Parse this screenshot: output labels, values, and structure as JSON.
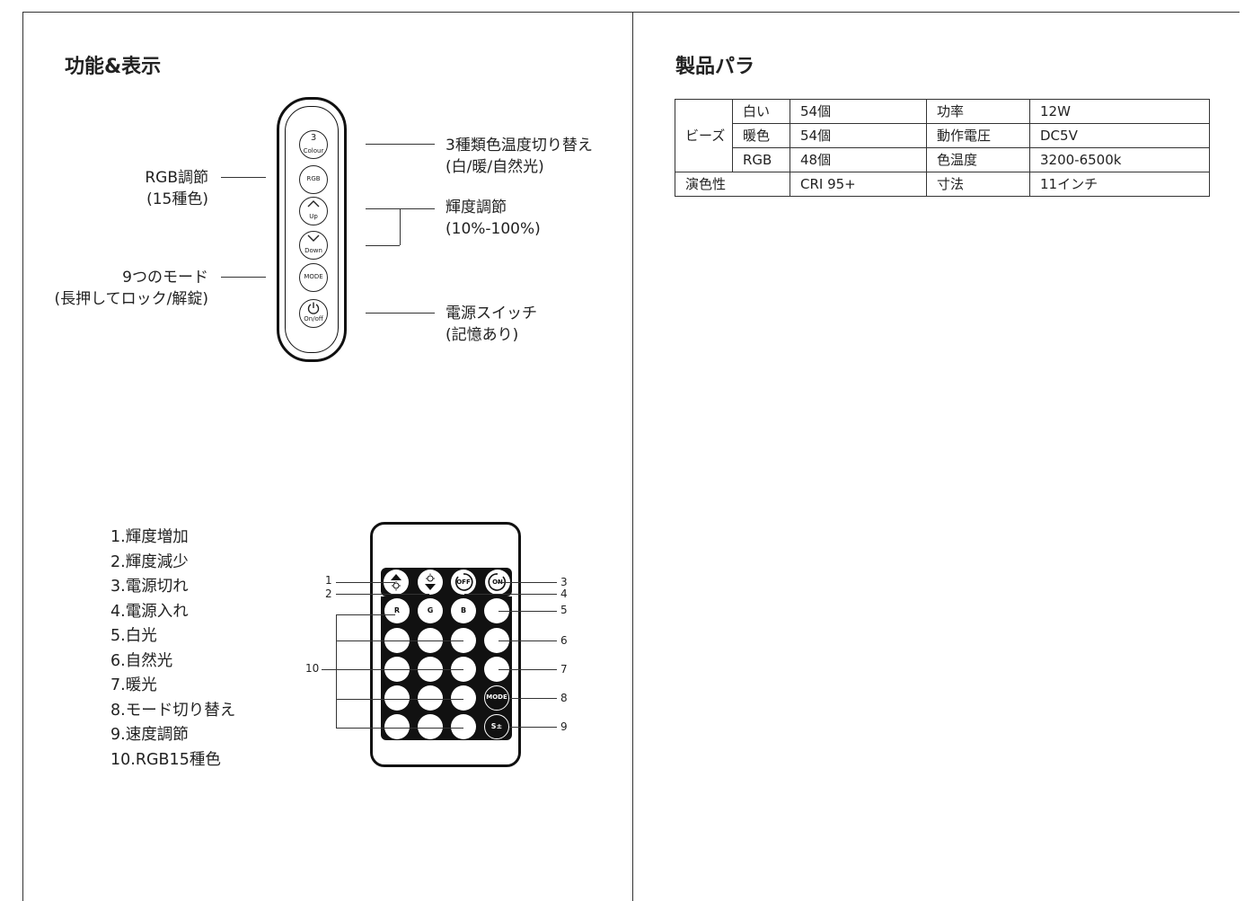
{
  "left": {
    "title": "功能&表示",
    "remote1": {
      "buttons": [
        {
          "icon": "colour-3-icon",
          "label": "Colour",
          "glyph": "3"
        },
        {
          "icon": "rgb-icon",
          "label": "RGB"
        },
        {
          "icon": "up-icon",
          "label": "Up"
        },
        {
          "icon": "down-icon",
          "label": "Down"
        },
        {
          "icon": "mode-icon",
          "label": "MODE"
        },
        {
          "icon": "power-icon",
          "label": "On/off"
        }
      ],
      "callouts": {
        "rgb": [
          "RGB調節",
          "(15種色)"
        ],
        "modes": [
          "9つのモード",
          "(長押してロック/解錠)"
        ],
        "colour": [
          "3種類色温度切り替え",
          "(白/暖/自然光)"
        ],
        "brightness": [
          "輝度調節",
          "(10%-100%)"
        ],
        "power": [
          "電源スイッチ",
          "(記憶あり)"
        ]
      }
    },
    "list": [
      "1.輝度増加",
      "2.輝度減少",
      "3.電源切れ",
      "4.電源入れ",
      "5.白光",
      "6.自然光",
      "7.暖光",
      "8.モード切り替え",
      "9.速度調節",
      "10.RGB15種色"
    ],
    "remote2": {
      "top_keys": [
        "brightness-up-icon",
        "brightness-down-icon",
        "OFF",
        "ON"
      ],
      "rgb_keys": [
        "R",
        "G",
        "B"
      ],
      "mode_key": "MODE",
      "speed_key": "S±",
      "numbers": [
        "1",
        "2",
        "3",
        "4",
        "5",
        "6",
        "7",
        "8",
        "9",
        "10"
      ]
    }
  },
  "right": {
    "title": "製品パラ",
    "table": {
      "beads_label": "ビーズ",
      "rows": [
        {
          "sub": "白い",
          "val": "54個",
          "param": "功率",
          "pval": "12W"
        },
        {
          "sub": "暖色",
          "val": "54個",
          "param": "動作電圧",
          "pval": "DC5V"
        },
        {
          "sub": "RGB",
          "val": "48個",
          "param": "色温度",
          "pval": "3200-6500k"
        }
      ],
      "cri_label": "演色性",
      "cri_val": "CRI 95+",
      "size_label": "寸法",
      "size_val": "11インチ"
    }
  }
}
